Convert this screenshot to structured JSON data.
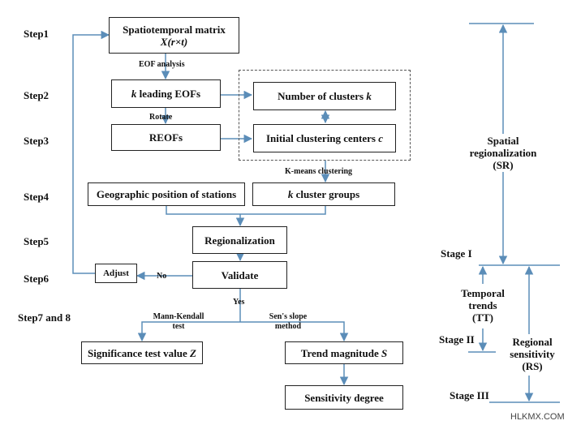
{
  "steps": [
    "Step1",
    "Step2",
    "Step3",
    "Step4",
    "Step5",
    "Step6",
    "Step7 and 8"
  ],
  "boxes": {
    "spatiotemporal_title": "Spatiotemporal matrix",
    "spatiotemporal_formula": "X(r×t)",
    "leading_eofs_k": "k",
    "leading_eofs_rest": "leading EOFs",
    "reofs": "REOFs",
    "num_clusters_text": "Number of clusters",
    "num_clusters_var": "k",
    "initial_centers_text": "Initial clustering centers",
    "initial_centers_var": "c",
    "geo_position": "Geographic position of stations",
    "cluster_groups_k": "k",
    "cluster_groups_rest": "cluster groups",
    "regionalization": "Regionalization",
    "validate": "Validate",
    "adjust": "Adjust",
    "significance_text": "Significance test value",
    "significance_var": "Z",
    "trend_text": "Trend magnitude",
    "trend_var": "S",
    "sensitivity": "Sensitivity degree"
  },
  "edge_labels": {
    "eof_analysis": "EOF analysis",
    "rotate": "Rotate",
    "kmeans": "K-means clustering",
    "no": "No",
    "yes": "Yes",
    "mann_kendall": "Mann-Kendall test",
    "sens_slope": "Sen's slope method"
  },
  "right_panel": {
    "sr_lines": [
      "Spatial",
      "regionalization",
      "(SR)"
    ],
    "stage_1": "Stage I",
    "tt_lines": [
      "Temporal",
      "trends",
      "(TT)"
    ],
    "stage_2": "Stage II",
    "rs_lines": [
      "Regional",
      "sensitivity",
      "(RS)"
    ],
    "stage_3": "Stage III"
  },
  "watermark": "HLKMX.COM",
  "colors": {
    "arrow": "#5b8db8",
    "text": "#111111",
    "border": "#222222"
  }
}
